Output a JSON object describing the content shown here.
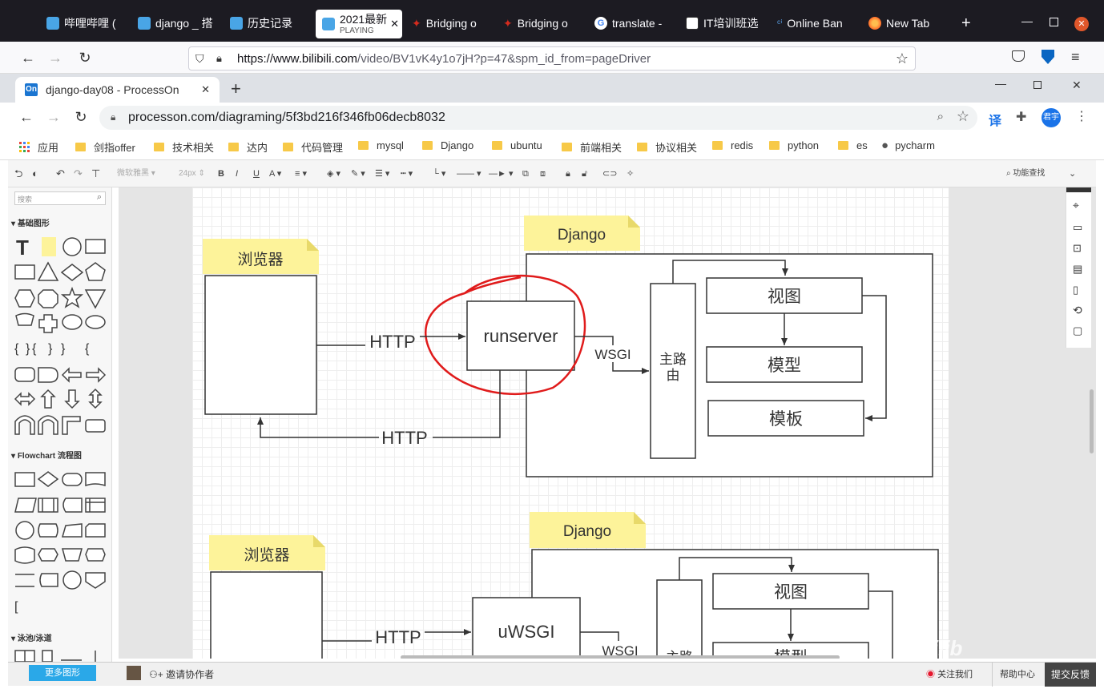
{
  "firefox": {
    "tabs": [
      {
        "label": "哔哩哔哩 ("
      },
      {
        "label": "django _ 搭"
      },
      {
        "label": "历史记录"
      },
      {
        "label": "2021最新",
        "sub": "PLAYING"
      },
      {
        "label": "Bridging o"
      },
      {
        "label": "Bridging o"
      },
      {
        "label": "translate -"
      },
      {
        "label": "IT培训班选"
      },
      {
        "label": "Online Ban"
      },
      {
        "label": "New Tab"
      }
    ],
    "new_tab": "+",
    "url_host": "https://www.bilibili.com",
    "url_path": "/video/BV1vK4y1o7jH?p=47&spm_id_from=pageDriver"
  },
  "chrome": {
    "tab_title": "django-day08 - ProcessOn",
    "tab_favicon": "On",
    "new_tab": "+",
    "url": "processon.com/diagraming/5f3bd216f346fb06decb8032",
    "translate_icon": "译",
    "avatar": "君宇",
    "bookmarks": [
      "应用",
      "剑指offer",
      "技术相关",
      "达内",
      "代码管理",
      "mysql",
      "Django",
      "ubuntu",
      "前端相关",
      "协议相关",
      "redis",
      "python",
      "es",
      "pycharm"
    ]
  },
  "processon": {
    "font_name": "微软雅黑",
    "font_size": "24px",
    "search_placeholder": "搜索",
    "find_feature": "功能查找",
    "sections": [
      "基础图形",
      "Flowchart 流程图",
      "泳池/泳道"
    ],
    "more_shapes": "更多图形",
    "invite": "邀请协作者",
    "follow": "关注我们",
    "help": "帮助中心",
    "submit": "提交反馈",
    "watermark": "bilibili"
  },
  "diagram": {
    "top": {
      "browser": "浏览器",
      "django": "Django",
      "server": "runserver",
      "http_req": "HTTP",
      "http_resp": "HTTP",
      "wsgi": "WSGI",
      "router": "主路由",
      "view": "视图",
      "model": "模型",
      "template": "模板"
    },
    "bottom": {
      "browser": "浏览器",
      "django": "Django",
      "server": "uWSGI",
      "http_req": "HTTP",
      "wsgi": "WSGI",
      "router": "主路",
      "view": "视图",
      "model": "模型"
    }
  }
}
